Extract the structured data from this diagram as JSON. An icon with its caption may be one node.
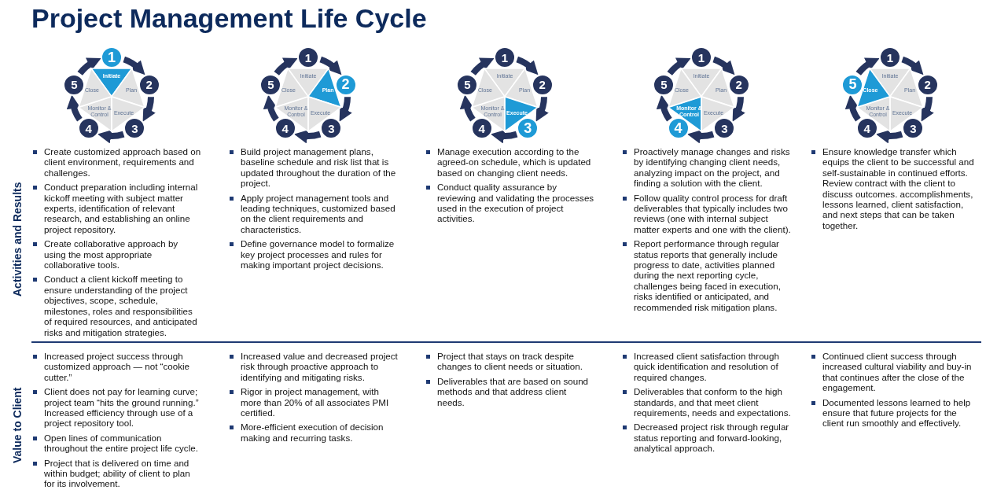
{
  "diagram": {
    "title": "Project Management Life Cycle",
    "nodes": [
      {
        "text": [
          "Initiate"
        ]
      },
      {
        "text": [
          "Plan"
        ]
      },
      {
        "text": [
          "Execute"
        ]
      },
      {
        "text": [
          "Monitor & Control"
        ]
      },
      {
        "text": [
          "Close"
        ]
      },
      {
        "text": [
          "1"
        ]
      },
      {
        "text": [
          "2"
        ]
      },
      {
        "text": [
          "3"
        ]
      },
      {
        "text": [
          "4"
        ]
      },
      {
        "text": [
          "5"
        ]
      },
      {
        "text": [
          "Initiate"
        ]
      },
      {
        "text": [
          "Plan"
        ]
      },
      {
        "text": [
          "Execute"
        ]
      },
      {
        "text": [
          "Monitor & Control"
        ]
      },
      {
        "text": [
          "Close"
        ]
      },
      {
        "text": [
          "1"
        ]
      },
      {
        "text": [
          "2"
        ]
      },
      {
        "text": [
          "3"
        ]
      },
      {
        "text": [
          "4"
        ]
      },
      {
        "text": [
          "5"
        ]
      },
      {
        "text": [
          "Initiate"
        ]
      },
      {
        "text": [
          "Plan"
        ]
      },
      {
        "text": [
          "Execute"
        ]
      },
      {
        "text": [
          "Monitor & Control"
        ]
      },
      {
        "text": [
          "Close"
        ]
      },
      {
        "text": [
          "1"
        ]
      },
      {
        "text": [
          "2"
        ]
      },
      {
        "text": [
          "3"
        ]
      },
      {
        "text": [
          "4"
        ]
      },
      {
        "text": [
          "5"
        ]
      },
      {
        "text": [
          "Initiate"
        ]
      },
      {
        "text": [
          "Plan"
        ]
      },
      {
        "text": [
          "Execute"
        ]
      },
      {
        "text": [
          "Monitor & Control"
        ]
      },
      {
        "text": [
          "Close"
        ]
      },
      {
        "text": [
          "1"
        ]
      },
      {
        "text": [
          "2"
        ]
      },
      {
        "text": [
          "3"
        ]
      },
      {
        "text": [
          "4"
        ]
      },
      {
        "text": [
          "5"
        ]
      },
      {
        "text": [
          "Initiate"
        ]
      },
      {
        "text": [
          "Plan"
        ]
      },
      {
        "text": [
          "Execute"
        ]
      },
      {
        "text": [
          "Monitor & Control"
        ]
      },
      {
        "text": [
          "Close"
        ]
      },
      {
        "text": [
          "1"
        ]
      },
      {
        "text": [
          "2"
        ]
      },
      {
        "text": [
          "3"
        ]
      },
      {
        "text": [
          "4"
        ]
      },
      {
        "text": [
          "5"
        ]
      }
    ],
    "edges": [
      {
        "from": 5,
        "to": 6,
        "arrow": "to"
      },
      {
        "from": 6,
        "to": 7,
        "arrow": "to"
      },
      {
        "from": 7,
        "to": 8,
        "arrow": "to"
      },
      {
        "from": 8,
        "to": 9,
        "arrow": "to"
      },
      {
        "from": 9,
        "to": 5,
        "arrow": "to"
      },
      {
        "from": 15,
        "to": 16,
        "arrow": "to"
      },
      {
        "from": 16,
        "to": 17,
        "arrow": "to"
      },
      {
        "from": 17,
        "to": 18,
        "arrow": "to"
      },
      {
        "from": 18,
        "to": 19,
        "arrow": "to"
      },
      {
        "from": 19,
        "to": 15,
        "arrow": "to"
      },
      {
        "from": 25,
        "to": 26,
        "arrow": "to"
      },
      {
        "from": 26,
        "to": 27,
        "arrow": "to"
      },
      {
        "from": 27,
        "to": 28,
        "arrow": "to"
      },
      {
        "from": 28,
        "to": 29,
        "arrow": "to"
      },
      {
        "from": 29,
        "to": 25,
        "arrow": "to"
      },
      {
        "from": 35,
        "to": 36,
        "arrow": "to"
      },
      {
        "from": 36,
        "to": 37,
        "arrow": "to"
      },
      {
        "from": 37,
        "to": 38,
        "arrow": "to"
      },
      {
        "from": 38,
        "to": 39,
        "arrow": "to"
      },
      {
        "from": 39,
        "to": 35,
        "arrow": "to"
      },
      {
        "from": 45,
        "to": 46,
        "arrow": "to"
      },
      {
        "from": 46,
        "to": 47,
        "arrow": "to"
      },
      {
        "from": 47,
        "to": 48,
        "arrow": "to"
      },
      {
        "from": 48,
        "to": 49,
        "arrow": "to"
      },
      {
        "from": 49,
        "to": 45,
        "arrow": "to"
      }
    ],
    "labels": [
      "Activities and Results",
      "Create customized approach based on client environment, requirements and challenges.",
      "Conduct preparation including internal kickoff meeting with subject matter experts, identification of relevant research, and establishing an online project repository.",
      "Create collaborative approach by using the most appropriate collaborative tools.",
      "Conduct a client kickoff meeting to ensure understanding of the project objectives, scope, schedule, milestones, roles and responsibilities of required resources, and anticipated risks and mitigation strategies.",
      "Build project management plans, baseline schedule and risk list that is updated throughout the duration of the project.",
      "Apply project management tools and leading techniques, customized based on the client requirements and characteristics.",
      "Define governance model to formalize key project processes and rules for making important project decisions.",
      "Manage execution according to the agreed-on schedule, which is updated based on changing client needs.",
      "Conduct quality assurance by reviewing and validating the processes used in the execution of project activities.",
      "Proactively manage changes and risks by identifying changing client needs, analyzing impact on the project, and finding a solution with the client.",
      "Follow quality control process for draft deliverables that typically includes two reviews (one with internal subject matter experts and one with the client).",
      "Report performance through regular status reports that generally include progress to date, activities planned during the next reporting cycle, challenges being faced in execution, risks identified or anticipated, and recommended risk mitigation plans.",
      "Ensure knowledge transfer which equips the client to be successful and self-sustainable in continued efforts. Review contract with the client to discuss outcomes. accomplishments, lessons learned, client satisfaction, and next steps that can be taken together.",
      "Value to Client",
      "Increased project success through customized approach — not “cookie cutter.”",
      "Client does not pay for learning curve; project team “hits the ground running.” Increased efficiency through use of a project repository tool.",
      "Open lines of communication throughout the entire project life cycle.",
      "Project that is delivered on time and within budget; ability of client to plan for its involvement.",
      "Increased value and decreased project risk through proactive approach to identifying and mitigating risks.",
      "Rigor in project management, with more than 20% of all associates PMI certified.",
      "More-efficient execution of decision making and recurring tasks.",
      "Project that stays on track despite changes to client needs or situation.",
      "Deliverables that are based on sound methods and that address client needs.",
      "Increased client satisfaction through quick identification and resolution of required changes.",
      "Deliverables that conform to the high standards, and that meet client requirements, needs and expectations.",
      "Decreased project risk through regular status reporting and forward-looking, analytical approach.",
      "Continued client success through increased cultural viability and buy-in that continues after the close of the engagement.",
      "Documented lessons learned to help ensure that future projects for the client run smoothly and effectively."
    ]
  }
}
